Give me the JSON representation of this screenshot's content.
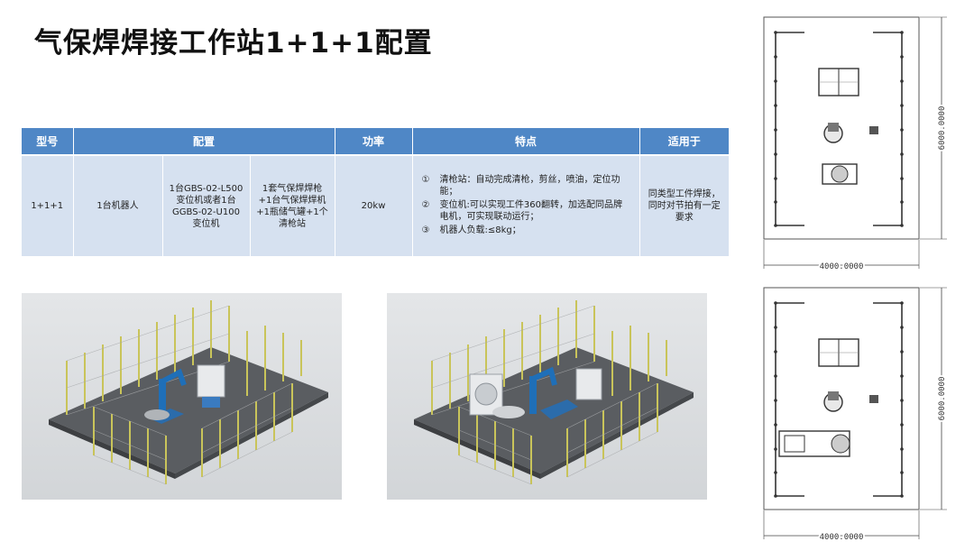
{
  "title": "气保焊焊接工作站1+1+1配置",
  "table": {
    "headers": {
      "model": "型号",
      "config": "配置",
      "power": "功率",
      "features": "特点",
      "applicable": "适用于"
    },
    "row": {
      "model": "1+1+1",
      "config_robot": "1台机器人",
      "config_positioner": "1台GBS-02-L500变位机或者1台GGBS-02-U100变位机",
      "config_torch": "1套气保焊焊枪+1台气保焊焊机+1瓶储气罐+1个清枪站",
      "power": "20kw",
      "features": [
        {
          "num": "①",
          "text": "清枪站：自动完成清枪，剪丝，喷油，定位功能；"
        },
        {
          "num": "②",
          "text": "变位机:可以实现工件360翻转，加选配同品牌电机，可实现联动运行；"
        },
        {
          "num": "③",
          "text": "机器人负载:≤8kg；"
        }
      ],
      "applicable": "同类型工件焊接，同时对节拍有一定要求"
    }
  },
  "plans": {
    "top": {
      "width_label": "4000.0000",
      "height_label": "6000.0000"
    },
    "bottom": {
      "width_label": "4000.0000",
      "height_label": "6000.0000"
    }
  },
  "colors": {
    "header_bg": "#4f87c6",
    "cell_bg": "#d6e1f0",
    "fence": "#c9c45a",
    "robot": "#1f6fb8",
    "floor": "#5a5d61"
  }
}
